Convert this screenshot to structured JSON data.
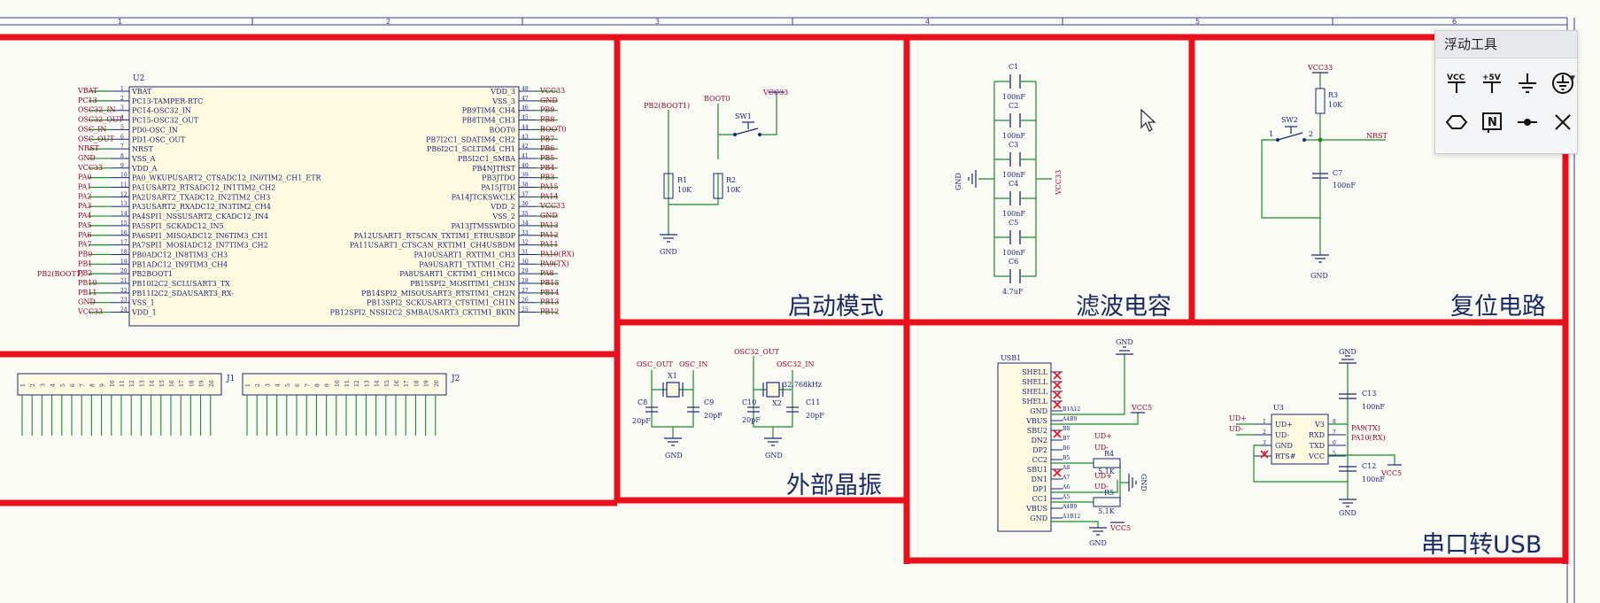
{
  "ruler": {
    "marks": [
      "1",
      "2",
      "3",
      "4",
      "5",
      "6"
    ]
  },
  "sections": {
    "boot": "启动模式",
    "filter": "滤波电容",
    "reset": "复位电路",
    "crystal": "外部晶振",
    "usb_serial": "串口转USB"
  },
  "floating_toolbar": {
    "title": "浮动工具",
    "tools": [
      {
        "icon": "vcc-power-port-icon",
        "label": "VCC"
      },
      {
        "icon": "plus5v-power-port-icon",
        "label": "+5V"
      },
      {
        "icon": "ground-icon"
      },
      {
        "icon": "earth-ground-icon"
      },
      {
        "icon": "port-icon"
      },
      {
        "icon": "net-label-icon",
        "label": "N"
      },
      {
        "icon": "junction-icon"
      },
      {
        "icon": "no-connect-icon"
      }
    ]
  },
  "mcu": {
    "designator": "U2",
    "left_nets": [
      "VBAT",
      "PC13",
      "OSC32_IN",
      "OSC32_OUT",
      "OSC_IN",
      "OSC_OUT",
      "NRST",
      "GND",
      "VCC33",
      "PA0",
      "PA1",
      "PA2",
      "PA3",
      "PA4",
      "PA5",
      "PA6",
      "PA7",
      "PB0",
      "PB1",
      "PB2",
      "PB10",
      "PB11",
      "GND",
      "VCC33"
    ],
    "left_pins": [
      "VBAT",
      "PC13-TAMPER-RTC",
      "PC14-OSC32_IN",
      "PC15-OSC32_OUT",
      "PD0-OSC_IN",
      "PD1-OSC_OUT",
      "NRST",
      "VSS_A",
      "VDD_A",
      "PA0_WKUPUSART2_CTSADC12_IN0TIM2_CH1_ETR",
      "PA1USART2_RTSADC12_IN1TIM2_CH2",
      "PA2USART2_TXADC12_IN2TIM2_CH3",
      "PA3USART2_RXADC12_IN3TIM2_CH4",
      "PA4SPI1_NSSUSART2_CKADC12_IN4",
      "PA5SPI1_SCKADC12_IN5",
      "PA6SPI1_MISOADC12_IN6TIM3_CH1",
      "PA7SPI1_MOSIADC12_IN7TIM3_CH2",
      "PB0ADC12_IN8TIM3_CH3",
      "PB1ADC12_IN9TIM3_CH4",
      "PB2BOOT1",
      "PB10I2C2_SCLUSART3_TX",
      "PB11I2C2_SDAUSART3_RX-",
      "VSS_1",
      "VDD_1"
    ],
    "left_numbers": [
      "1",
      "2",
      "3",
      "4",
      "5",
      "6",
      "7",
      "8",
      "9",
      "10",
      "11",
      "12",
      "13",
      "14",
      "15",
      "16",
      "17",
      "18",
      "19",
      "20",
      "21",
      "22",
      "23",
      "24"
    ],
    "right_pins": [
      "VDD_3",
      "VSS_3",
      "PB9TIM4_CH4",
      "PB8TIM4_CH3",
      "BOOT0",
      "PB7I2C1_SDATIM4_CH2",
      "PB6I2C1_SCLTIM4_CH1",
      "PB5I2C1_SMBA",
      "PB4NJTRST",
      "PB3JTDO",
      "PA15JTDI",
      "PA14JTCKSWCLK",
      "VDD_2",
      "VSS_2",
      "PA13JTMSSWDIO",
      "PA12USART1_RTSCAN_TXTIM1_ETRUSBDP",
      "PA11USART1_CTSCAN_RXTIM1_CH4USBDM",
      "PA10USART1_RXTIM1_CH3",
      "PA9USART1_TXTIM1_CH2",
      "PA8USART1_CKTIM1_CH1MCO",
      "PB15SPI2_MOSITIM1_CH3N",
      "PB14SPI2_MISOUSART3_RTSTIM1_CH2N",
      "PB13SPI2_SCKUSART3_CTSTIM1_CH1N",
      "PB12SPI2_NSSI2C2_SMBAUSART3_CKTIM1_BKIN"
    ],
    "right_numbers": [
      "48",
      "47",
      "46",
      "45",
      "44",
      "43",
      "42",
      "41",
      "40",
      "39",
      "38",
      "37",
      "36",
      "35",
      "34",
      "33",
      "32",
      "31",
      "30",
      "29",
      "28",
      "27",
      "26",
      "25"
    ],
    "right_nets": [
      "VCC33",
      "GND",
      "PB9",
      "PB8",
      "BOOT0",
      "PB7",
      "PB6",
      "PB5",
      "PB4",
      "PB3",
      "PA15",
      "PA14",
      "VCC33",
      "GND",
      "PA13",
      "PA12",
      "PA11",
      "PA10(RX)",
      "PA9(TX)",
      "PA8",
      "PB15",
      "PB14",
      "PB13",
      "PB12"
    ],
    "pb2_net": "PB2(BOOT1)"
  },
  "headers": {
    "j1": {
      "designator": "J1",
      "pins": [
        "1",
        "2",
        "3",
        "4",
        "5",
        "6",
        "7",
        "8",
        "9",
        "10",
        "11",
        "12",
        "13",
        "14",
        "15",
        "16",
        "17",
        "18",
        "19",
        "20"
      ]
    },
    "j2": {
      "designator": "J2",
      "pins": [
        "1",
        "2",
        "3",
        "4",
        "5",
        "6",
        "7",
        "8",
        "9",
        "10",
        "11",
        "12",
        "13",
        "14",
        "15",
        "16",
        "17",
        "18",
        "19",
        "20"
      ]
    }
  },
  "boot_circuit": {
    "net_pb2": "PB2(BOOT1)",
    "net_boot0": "BOOT0",
    "vcc": "VCC33",
    "switch": "SW1",
    "r1": "R1",
    "r1_value": "10K",
    "r2": "R2",
    "r2_value": "10K",
    "gnd": "GND"
  },
  "filter_caps": {
    "caps": [
      {
        "name": "C1",
        "value": "100nF"
      },
      {
        "name": "C2",
        "value": "100nF"
      },
      {
        "name": "C3",
        "value": "100nF"
      },
      {
        "name": "C4",
        "value": "100nF"
      },
      {
        "name": "C5",
        "value": "100nF"
      },
      {
        "name": "C6",
        "value": "4.7uF"
      }
    ],
    "gnd": "GND",
    "vcc": "VCC33"
  },
  "reset_circuit": {
    "vcc": "VCC33",
    "r3": "R3",
    "r3_value": "10K",
    "switch": "SW2",
    "pin1": "1",
    "pin2": "2",
    "nrst": "NRST",
    "c7": "C7",
    "c7_value": "100nF",
    "gnd": "GND"
  },
  "crystal_circuit": {
    "osc_out": "OSC_OUT",
    "osc_in": "OSC_IN",
    "x1": "X1",
    "c8": "C8",
    "c8_value": "20pF",
    "c9": "C9",
    "c9_value": "20pF",
    "osc32_out": "OSC32_OUT",
    "osc32_in": "OSC32_IN",
    "x2": "X2",
    "x2_value": "32.768kHz",
    "c10": "C10",
    "c10_value": "20pF",
    "c11": "C11",
    "c11_value": "20pF",
    "gnd": "GND"
  },
  "usb": {
    "designator": "USB1",
    "pins": [
      "SHELL",
      "SHELL",
      "SHELL",
      "SHELL",
      "GND",
      "VBUS",
      "SBU2",
      "DN2",
      "DP2",
      "CC2",
      "SBU1",
      "DN1",
      "DP1",
      "CC1",
      "VBUS",
      "GND"
    ],
    "pin_numbers": [
      "",
      "",
      "",
      "",
      "B1A12",
      "A4B9",
      "B8",
      "B7",
      "B6",
      "B5",
      "A8",
      "A7",
      "A6",
      "A5",
      "A4B9",
      "A1B12"
    ],
    "gnd": "GND",
    "vcc": "VCC5",
    "r4": "R4",
    "r4_value": "5.1K",
    "r5": "R5",
    "r5_value": "5.1K",
    "ud_plus": "UD+",
    "ud_minus": "UD-"
  },
  "ch340": {
    "designator": "U3",
    "left_pins": [
      "UD+",
      "UD-",
      "GND",
      "RTS#"
    ],
    "left_numbers": [
      "1",
      "2",
      "3",
      "4"
    ],
    "right_pins": [
      "V3",
      "RXD",
      "TXD",
      "VCC"
    ],
    "right_numbers": [
      "8",
      "7",
      "6",
      "5"
    ],
    "nets": {
      "ud_plus": "UD+",
      "ud_minus": "UD-",
      "tx": "PA9(TX)",
      "rx": "PA10(RX)",
      "vcc": "VCC5",
      "gnd": "GND"
    },
    "c13": "C13",
    "c13_value": "100nF",
    "c12": "C12",
    "c12_value": "100nF"
  },
  "colors": {
    "border": "#e8101a",
    "wire": "#1b8a2a",
    "part": "#1a237e",
    "net": "#a2002a",
    "background": "#fbfbf6"
  }
}
